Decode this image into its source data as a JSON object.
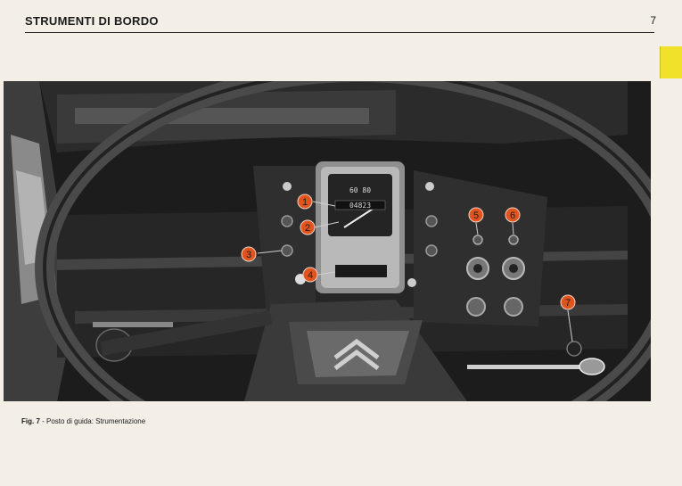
{
  "header": {
    "title": "STRUMENTI DI BORDO",
    "page_number": "7"
  },
  "figure": {
    "caption_label": "Fig. 7",
    "caption_separator": " - ",
    "caption_text": "Posto di guida: Strumentazione",
    "odometer_reading": "04823",
    "callouts": [
      {
        "number": "1"
      },
      {
        "number": "2"
      },
      {
        "number": "3"
      },
      {
        "number": "4"
      },
      {
        "number": "5"
      },
      {
        "number": "6"
      },
      {
        "number": "7"
      }
    ],
    "callout_color": "#e2541e"
  },
  "colors": {
    "tab_marker": "#f2e12a",
    "page_background": "#f3efe6"
  }
}
